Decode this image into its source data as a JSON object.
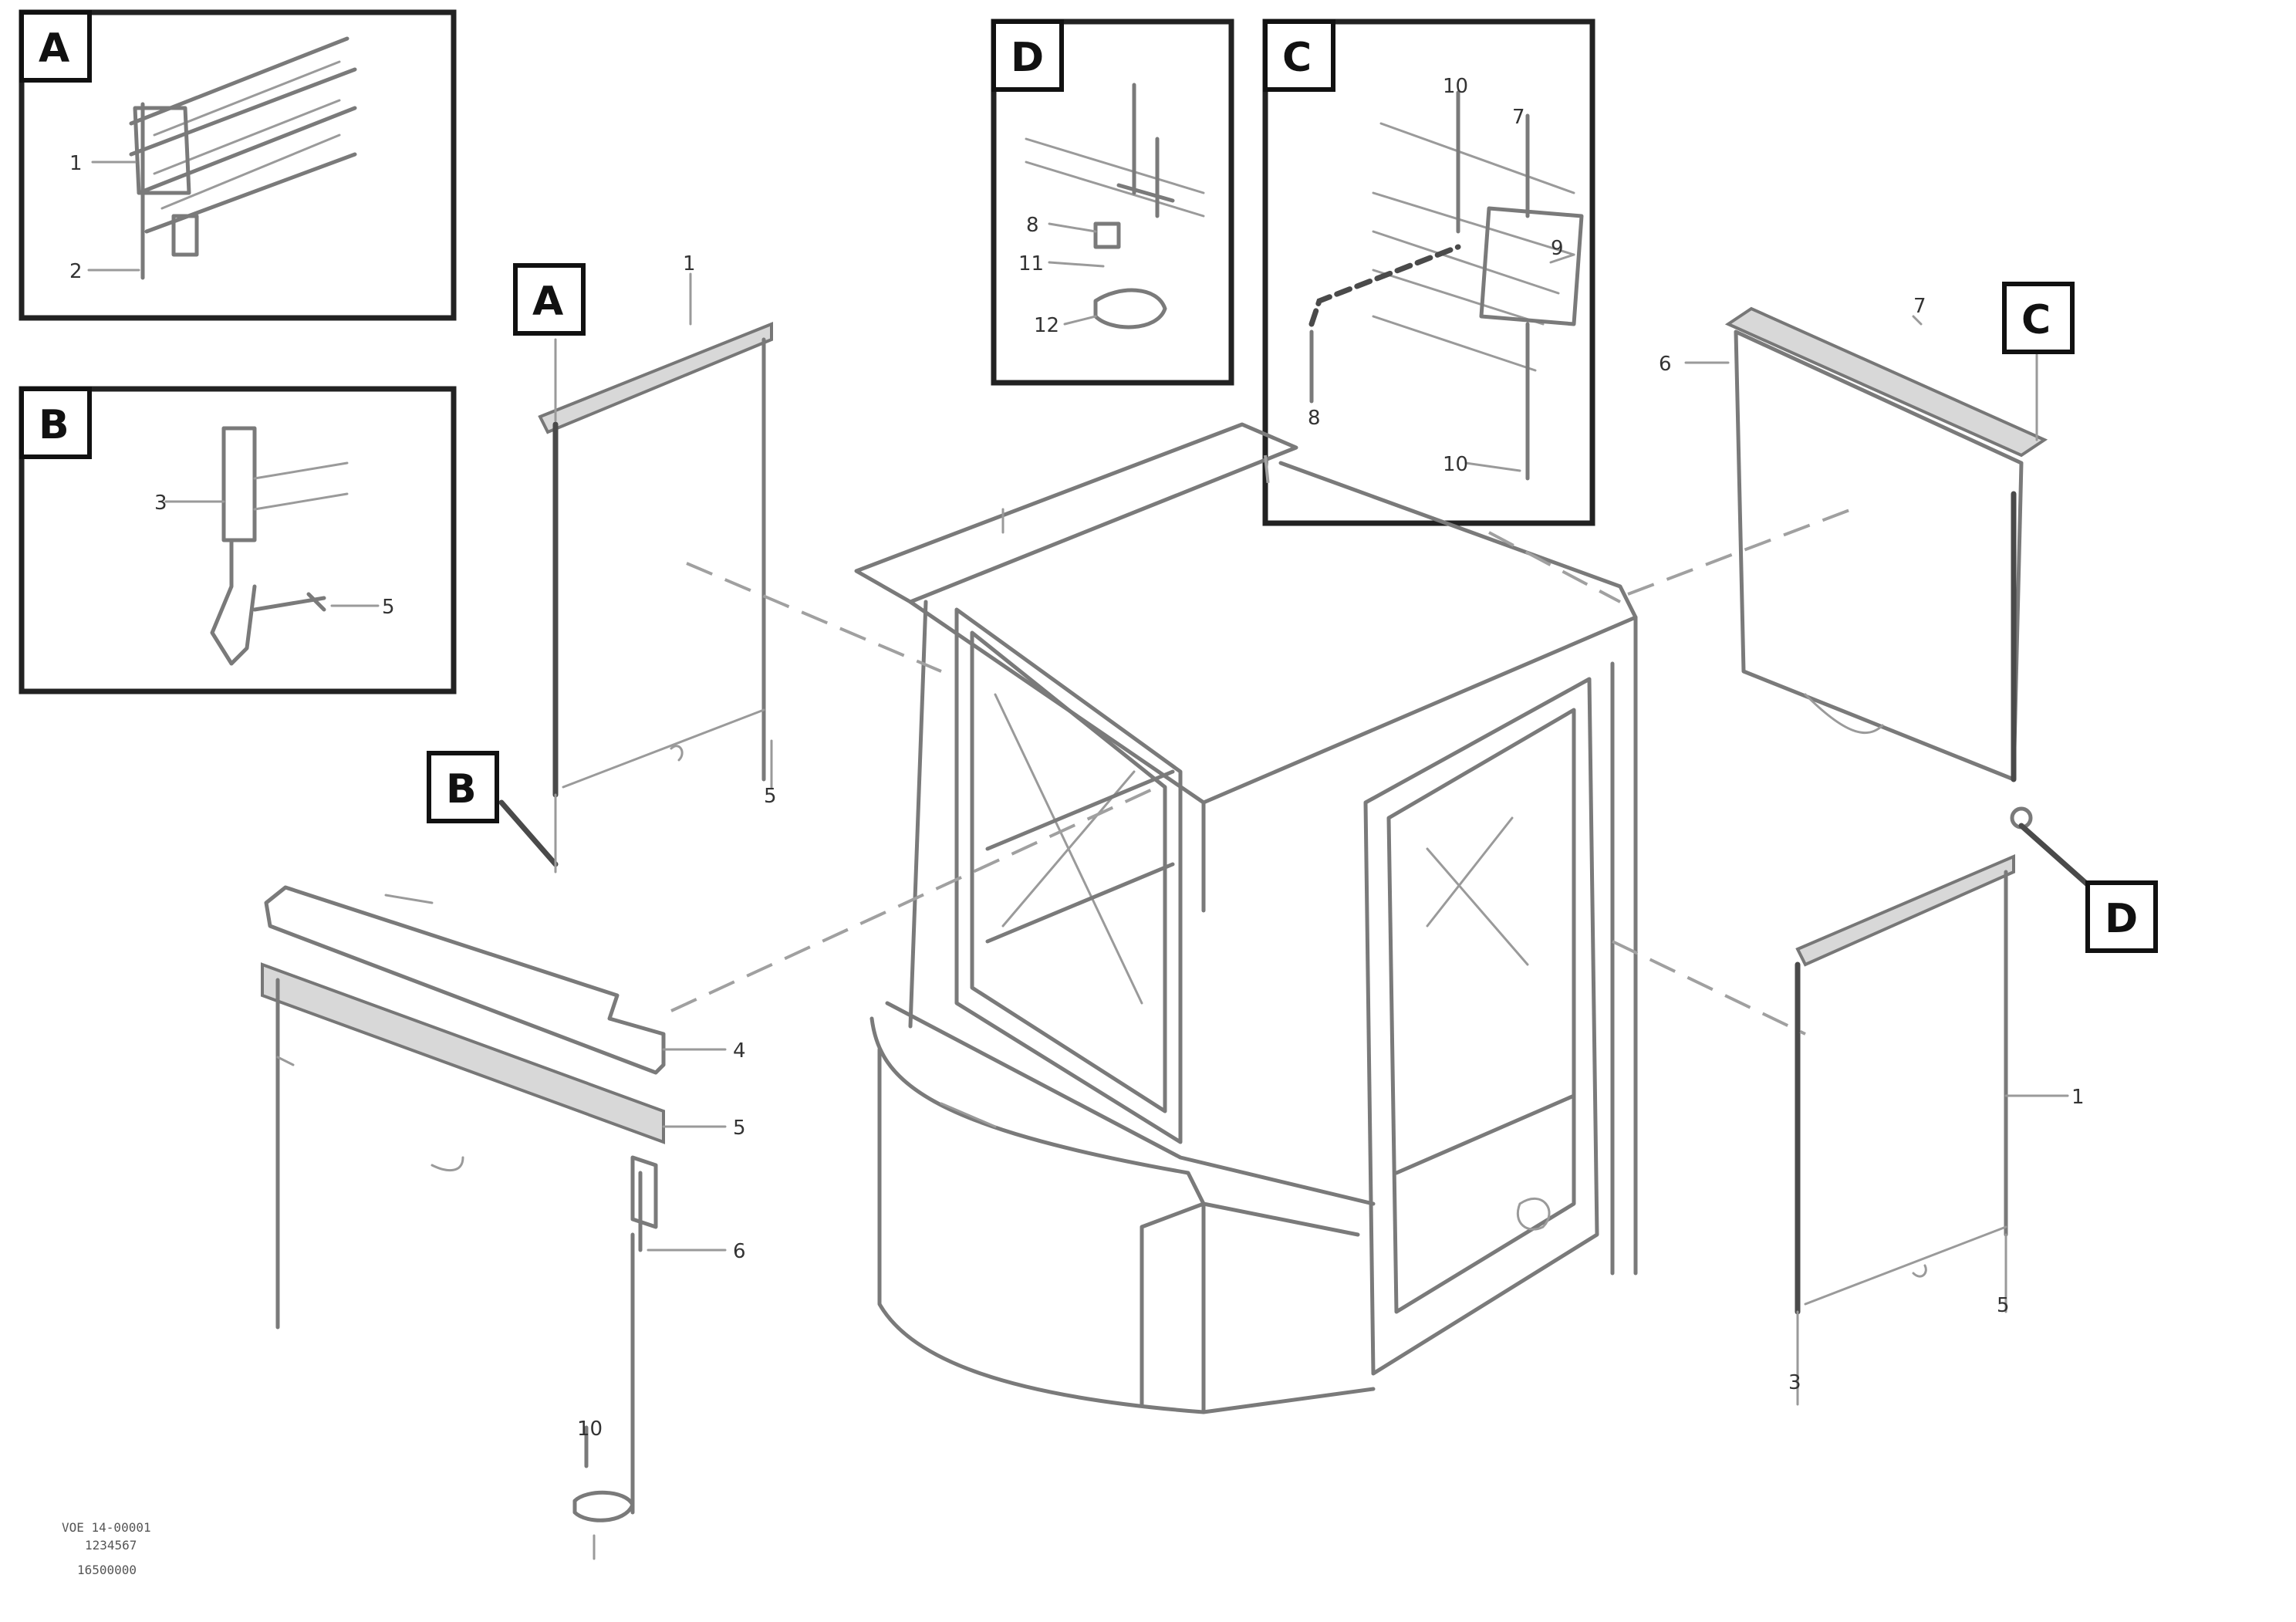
{
  "detail_views": {
    "a": {
      "tag": "A",
      "parts": [
        "1",
        "2"
      ]
    },
    "b": {
      "tag": "B",
      "parts": [
        "3",
        "5"
      ]
    },
    "d": {
      "tag": "D",
      "parts": [
        "8",
        "11",
        "12"
      ]
    },
    "c": {
      "tag": "C",
      "parts": [
        "10",
        "7",
        "9",
        "8",
        "10"
      ]
    }
  },
  "callouts": {
    "a": "A",
    "b": "B",
    "c": "C",
    "d": "D"
  },
  "part_numbers": {
    "left_shade_top": "1",
    "left_shade_bottom": "5",
    "right_shade_top": "7",
    "right_shade_side": "6",
    "rear_rail_4": "4",
    "rear_rail_5": "5",
    "rear_bracket_6": "6",
    "rear_bolt_10": "10",
    "lower_right_side": "1",
    "lower_right_bottom": "3",
    "lower_right_bottom2": "5"
  },
  "drawing_code": [
    "VOE 14-00001",
    "1234567",
    "16500000"
  ],
  "colors": {
    "line": "#7a7a7a",
    "frame": "#222222",
    "tag_text": "#111111"
  }
}
